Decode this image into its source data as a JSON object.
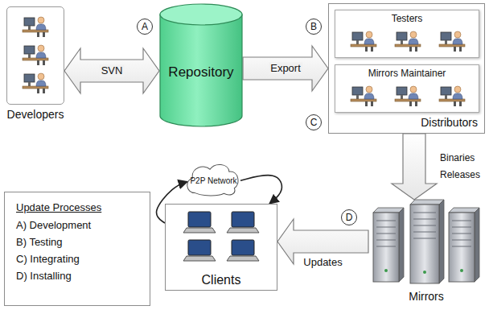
{
  "diagram": {
    "nodes": [
      {
        "text": [
          "Developers"
        ]
      },
      {
        "text": [
          "Repository"
        ]
      },
      {
        "text": [
          "Distributors"
        ]
      },
      {
        "text": [
          "Testers"
        ],
        "in": 2
      },
      {
        "text": [
          "Mirrors Maintainer"
        ],
        "in": 2
      },
      {
        "text": [
          "Mirrors"
        ]
      },
      {
        "text": [
          "Clients"
        ]
      },
      {
        "text": [
          "P2P Network"
        ]
      },
      {
        "text": [
          "Update Processes",
          "A) Development",
          "B) Testing",
          "C) Integrating",
          "D) Installing"
        ]
      }
    ],
    "edges": [
      {
        "from": 0,
        "to": 1,
        "arrow": "both",
        "label": "SVN"
      },
      {
        "from": 1,
        "to": 2,
        "arrow": "to",
        "label": "Export"
      },
      {
        "from": 2,
        "to": 5,
        "arrow": "to",
        "label": "Binaries Releases"
      },
      {
        "from": 5,
        "to": 6,
        "arrow": "to",
        "label": "Updates"
      },
      {
        "from": 6,
        "to": 7,
        "arrow": "to"
      },
      {
        "from": 7,
        "to": 6,
        "arrow": "to"
      }
    ],
    "labels": [
      "A",
      "B",
      "C",
      "D"
    ]
  }
}
